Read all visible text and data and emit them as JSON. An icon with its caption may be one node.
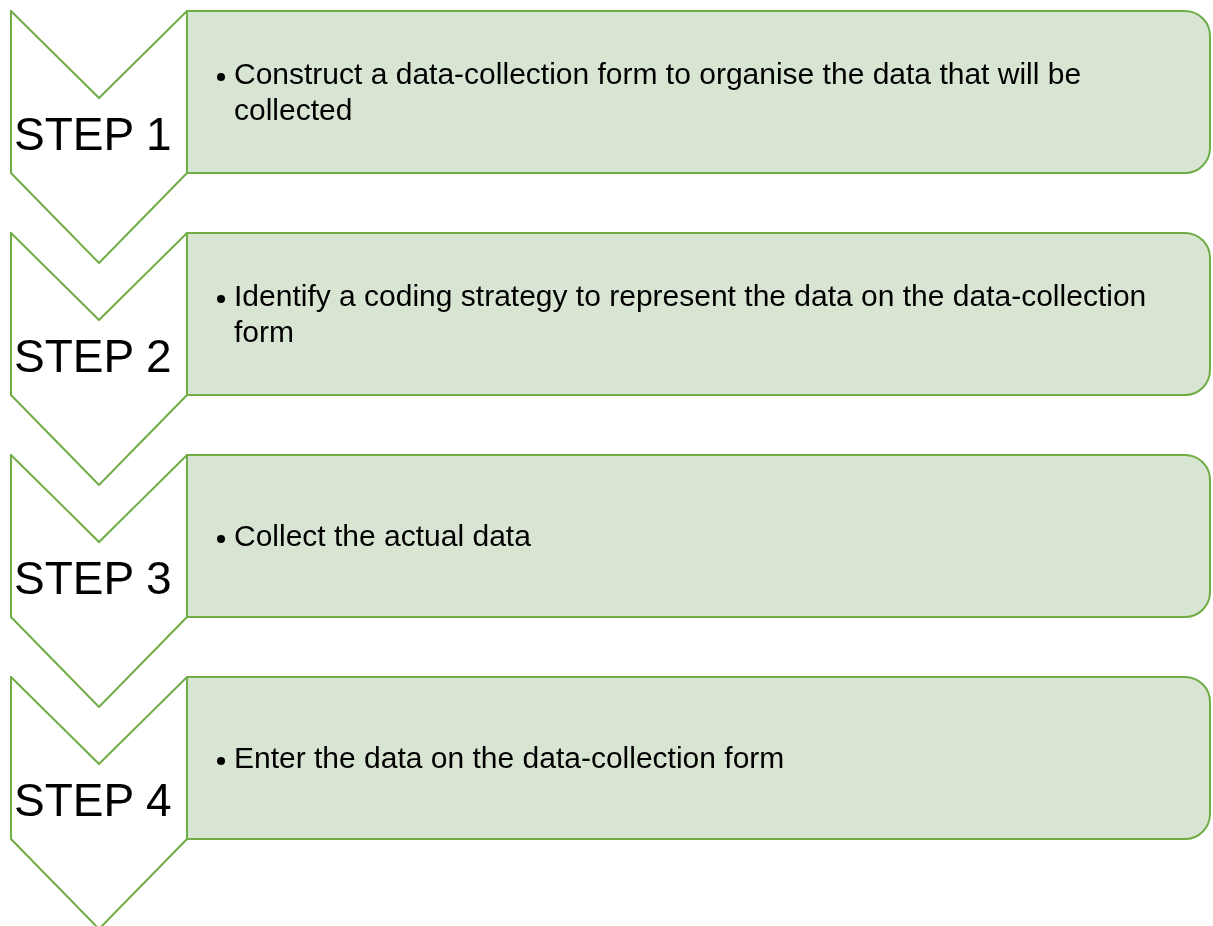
{
  "diagram": {
    "nodes": [
      {
        "text": [
          "STEP 1"
        ]
      },
      {
        "text": [
          "Construct a data-collection form to organise the data that will be collected"
        ]
      },
      {
        "text": [
          "STEP 2"
        ]
      },
      {
        "text": [
          "Identify a coding strategy to represent the data on the data-collection form"
        ]
      },
      {
        "text": [
          "STEP 3"
        ]
      },
      {
        "text": [
          "Collect the actual data"
        ]
      },
      {
        "text": [
          "STEP 4"
        ]
      },
      {
        "text": [
          "Enter the data on the data-collection form"
        ]
      }
    ]
  }
}
